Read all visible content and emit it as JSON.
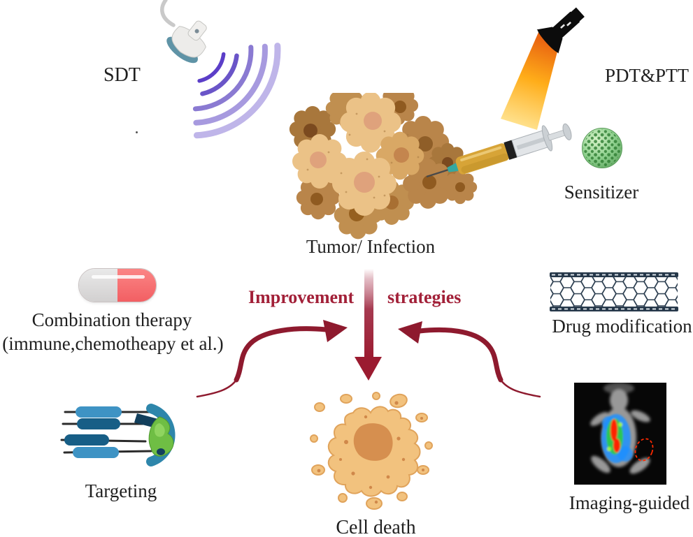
{
  "labels": {
    "sdt": "SDT",
    "pdt_ptt": "PDT&PTT",
    "tumor": "Tumor/ Infection",
    "sensitizer": "Sensitizer",
    "improvement": "Improvement",
    "strategies": "strategies",
    "combination_line1": "Combination therapy",
    "combination_line2": "(immune,chemotheapy et al.)",
    "drug_modification": "Drug modification",
    "targeting": "Targeting",
    "cell_death": "Cell death",
    "imaging_guided": "Imaging-guided"
  },
  "colors": {
    "accent_red_text": "#A22038",
    "arrow_red": "#8E1A2E",
    "vertical_arrow_red": "#9B1B30",
    "label_text": "#1F1F1F",
    "tumor_light_cell": "#EBC287",
    "tumor_dark_cell": "#B9854A",
    "wave_purple": "#5B3EC8",
    "beam_orange": "#FFA400",
    "sensitizer_green": "#8CCF8C",
    "pill_red": "#F97373",
    "pill_gray": "#DCDCDC",
    "nanotube_slate": "#2C3E50",
    "receptor_blue_light": "#3E93C4",
    "receptor_blue_dark": "#175E86",
    "ligand_green": "#6FBE44",
    "splat_tan": "#F2C27E",
    "splat_nucleus": "#D68F4F"
  },
  "icons": {
    "ultrasound_probe": "ultrasound-transducer-with-waves",
    "flashlight": "flashlight-with-light-beam",
    "tumor_cluster": "tumor-cell-cluster",
    "syringe": "syringe-injection",
    "sensitizer_sphere": "porous-nanoparticle-sphere",
    "capsule": "two-tone-pill-capsule",
    "nanotube": "carbon-nanotube-lattice",
    "targeting_receptor": "receptor-ligand-binding",
    "cell_death_splat": "lysed-cell-splat",
    "mouse_scan": "fluorescence-imaging-mouse"
  }
}
